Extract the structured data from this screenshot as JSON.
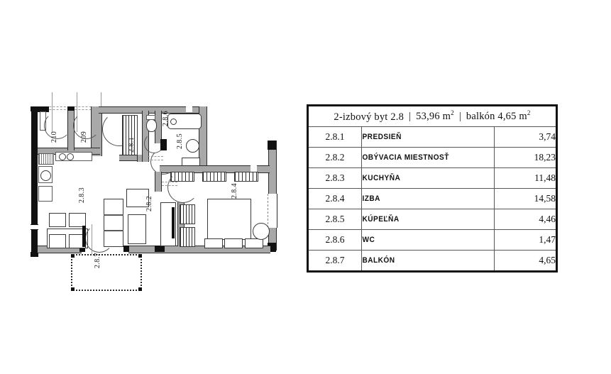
{
  "legend": {
    "header": {
      "title": "2-izbový byt 2.8",
      "area": "53,96 m²",
      "balcony": "balkón 4,65 m²",
      "separator": "|"
    },
    "rows": [
      {
        "code": "2.8.1",
        "name": "PREDSIEŇ",
        "area": "3,74"
      },
      {
        "code": "2.8.2",
        "name": "OBÝVACIA MIESTNOSŤ",
        "area": "18,23"
      },
      {
        "code": "2.8.3",
        "name": "KUCHYŇA",
        "area": "11,48"
      },
      {
        "code": "2.8.4",
        "name": "IZBA",
        "area": "14,58"
      },
      {
        "code": "2.8.5",
        "name": "KÚPEĽŇA",
        "area": "4,46"
      },
      {
        "code": "2.8.6",
        "name": "WC",
        "area": "1,47"
      },
      {
        "code": "2.8.7",
        "name": "BALKÓN",
        "area": "4,65"
      }
    ]
  },
  "plan": {
    "labels": {
      "hall": "2.8.1",
      "living": "2.8.2",
      "kitchen": "2.8.3",
      "bedroom": "2.8.4",
      "bathroom": "2.8.5",
      "wc": "2.8.6",
      "balcony": "2.8.7",
      "storage_210": "210",
      "storage_209": "209"
    }
  },
  "colors": {
    "wall_solid": "#111111",
    "wall_fill": "#a8a8a8",
    "wall_outline": "#2b2b2b",
    "background": "#ffffff",
    "text": "#111111"
  }
}
